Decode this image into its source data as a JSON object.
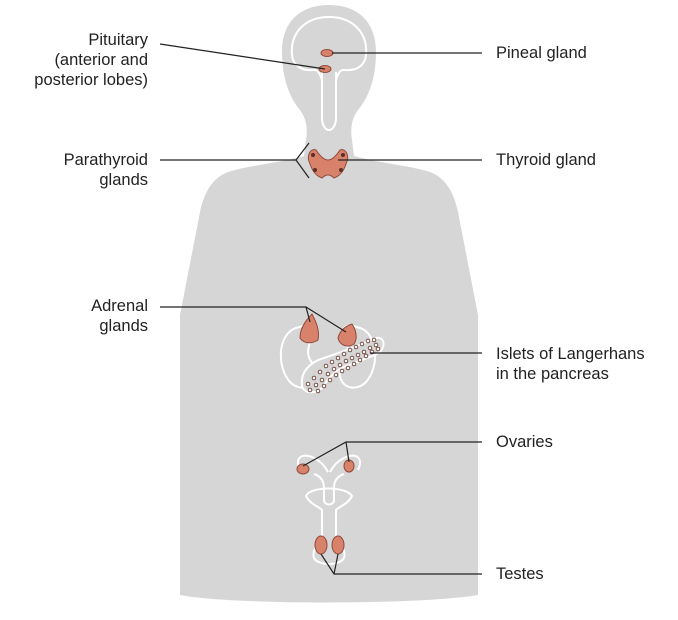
{
  "labels": {
    "pituitary": [
      "Pituitary",
      "(anterior and",
      "posterior lobes)"
    ],
    "pineal": [
      "Pineal gland"
    ],
    "parathyroid": [
      "Parathyroid",
      "glands"
    ],
    "thyroid": [
      "Thyroid gland"
    ],
    "adrenal": [
      "Adrenal",
      "glands"
    ],
    "islets": [
      "Islets of Langerhans",
      "in the pancreas"
    ],
    "ovaries": [
      "Ovaries"
    ],
    "testes": [
      "Testes"
    ]
  },
  "colors": {
    "body": "#d6d6d6",
    "outline": "#ffffff",
    "gland": "#d9826b",
    "gland_stroke": "#8f4a3a",
    "leader": "#222222",
    "text": "#222222"
  }
}
